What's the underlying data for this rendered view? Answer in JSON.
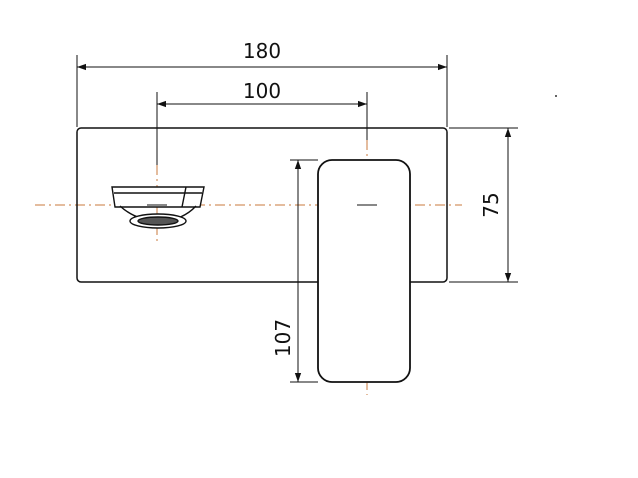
{
  "dimensions": {
    "overall_width": "180",
    "spout_offset": "100",
    "plate_height": "75",
    "handle_drop": "107"
  },
  "colors": {
    "outline": "#111111",
    "centerline": "#c87a3c",
    "background": "#ffffff"
  }
}
